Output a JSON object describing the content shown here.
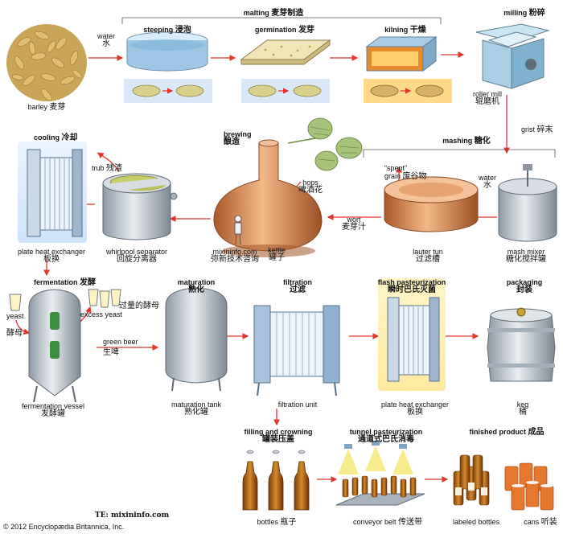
{
  "stages": {
    "malting": {
      "en": "malting",
      "zh": "麦芽制造"
    },
    "steeping": {
      "en": "steeping",
      "zh": "浸泡"
    },
    "germination": {
      "en": "germination",
      "zh": "发芽"
    },
    "kilning": {
      "en": "kilning",
      "zh": "干燥"
    },
    "milling": {
      "en": "milling",
      "zh": "粉碎"
    },
    "mashing": {
      "en": "mashing",
      "zh": "糖化"
    },
    "brewing": {
      "en": "brewing",
      "zh": "酿造"
    },
    "cooling": {
      "en": "cooling",
      "zh": "冷却"
    },
    "fermentation": {
      "en": "fermentation",
      "zh": "发酵"
    },
    "maturation": {
      "en": "maturation",
      "zh": "熟化"
    },
    "filtration": {
      "en": "filtration",
      "zh": "过滤"
    },
    "flash_pasteurization": {
      "en": "flash pasteurization",
      "zh": "瞬时巴氏灭菌"
    },
    "packaging": {
      "en": "packaging",
      "zh": "封装"
    },
    "filling_crowning": {
      "en": "filling and crowning",
      "zh": "罐装压盖"
    },
    "tunnel_pasteurization": {
      "en": "tunnel pasteurization",
      "zh": "通道式巴氏消毒"
    },
    "finished_product": {
      "en": "finished product",
      "zh": "成品"
    }
  },
  "items": {
    "barley": {
      "en": "barley",
      "zh": "麦芽"
    },
    "water1": {
      "en": "water",
      "zh": "水"
    },
    "roller_mill": {
      "en": "roller mill",
      "zh": "辊磨机"
    },
    "grist": {
      "en": "grist",
      "zh": "碎末"
    },
    "water2": {
      "en": "water",
      "zh": "水"
    },
    "spent_grain": {
      "en1": "“spent”",
      "en2": "grain",
      "zh": "废谷物"
    },
    "hops": {
      "en": "hops",
      "zh": "啤酒花"
    },
    "wort": {
      "en": "wort",
      "zh": "麦芽汁"
    },
    "trub": {
      "en": "trub",
      "zh": "残渣"
    },
    "mash_mixer": {
      "en": "mash mixer",
      "zh": "糖化搅拌罐"
    },
    "lauter_tun": {
      "en": "lauter tun",
      "zh": "过滤槽"
    },
    "kettle": {
      "en": "kettle",
      "zh": "罐子"
    },
    "whirlpool": {
      "en": "whirlpool separator",
      "zh": "回旋分离器"
    },
    "plate_hx1": {
      "en": "plate heat exchanger",
      "zh": "板换"
    },
    "yeast": {
      "en": "yeast",
      "zh": "酵母"
    },
    "excess_yeast": {
      "en": "excess yeast",
      "zh": "过量的酵母"
    },
    "green_beer": {
      "en": "green beer",
      "zh": "生啤"
    },
    "fermentation_vessel": {
      "en": "fermentation vessel",
      "zh": "发酵罐"
    },
    "maturation_tank": {
      "en": "maturation tank",
      "zh": "熟化罐"
    },
    "filtration_unit": {
      "en": "filtration unit"
    },
    "plate_hx2": {
      "en": "plate heat exchanger",
      "zh": "板换"
    },
    "keg": {
      "en": "keg",
      "zh": "桶"
    },
    "bottles": {
      "en": "bottles",
      "zh": "瓶子"
    },
    "conveyor_belt": {
      "en": "conveyor belt",
      "zh": "传送带"
    },
    "labeled_bottles": {
      "en": "labeled bottles"
    },
    "cans": {
      "en": "cans",
      "zh": "听装"
    }
  },
  "watermark": {
    "site": "mixininfo.com",
    "zh": "弥新技术咨询",
    "te": "TE: mixininfo.com"
  },
  "copyright": "© 2012 Encyclopædia Britannica, Inc.",
  "colors": {
    "arrow": "#e0352b",
    "steel": "#b9c2cc",
    "copper": "#d98a4c",
    "highlight": "#fff3b0",
    "panel_blue": "#dbe8f7"
  }
}
